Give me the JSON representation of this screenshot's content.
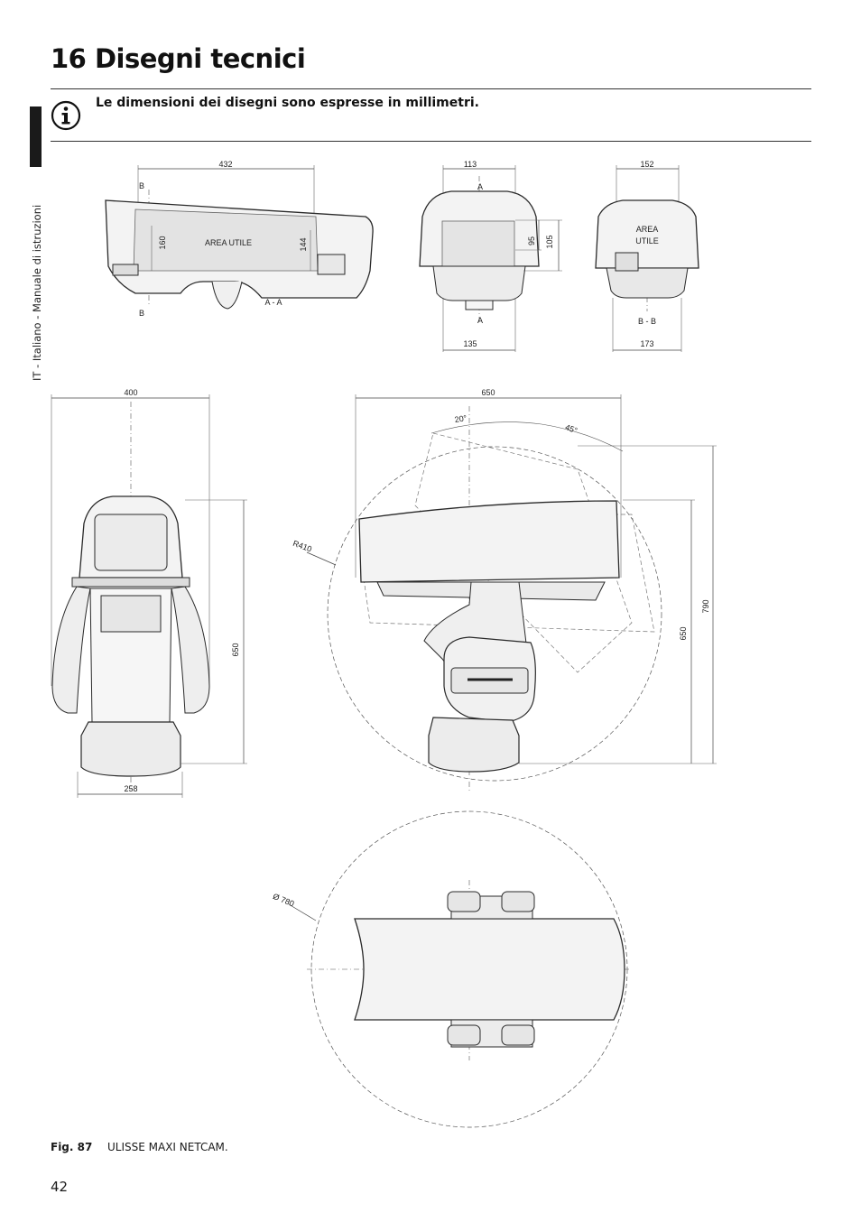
{
  "header": {
    "title": "16 Disegni tecnici"
  },
  "sidebar": {
    "text": "IT - Italiano - Manuale di istruzioni"
  },
  "note": {
    "icon": "info-icon",
    "text": "Le dimensioni dei disegni sono espresse in millimetri."
  },
  "drawing_side_section": {
    "width": "432",
    "section_top": "B",
    "section_bottom": "B",
    "height_left": "160",
    "area_label": "AREA UTILE",
    "height_right": "144",
    "section_label": "A - A"
  },
  "drawing_front_section": {
    "top_width": "113",
    "section_top": "A",
    "section_bottom": "A",
    "height_inner": "95",
    "height_outer": "105",
    "bottom_width": "135"
  },
  "drawing_rear_section": {
    "top_width": "152",
    "area_label_1": "AREA",
    "area_label_2": "UTILE",
    "section_label": "B - B",
    "bottom_width": "173"
  },
  "drawing_front_view": {
    "width": "400",
    "height": "650",
    "base_width": "258"
  },
  "drawing_side_view": {
    "width": "650",
    "tilt_up": "20°",
    "tilt_down": "45°",
    "radius": "R410",
    "height": "650",
    "height_max": "790"
  },
  "drawing_top_view": {
    "diameter": "Ø 780"
  },
  "caption": {
    "label": "Fig. 87",
    "text": "ULISSE MAXI NETCAM."
  },
  "footer": {
    "page_number": "42"
  }
}
